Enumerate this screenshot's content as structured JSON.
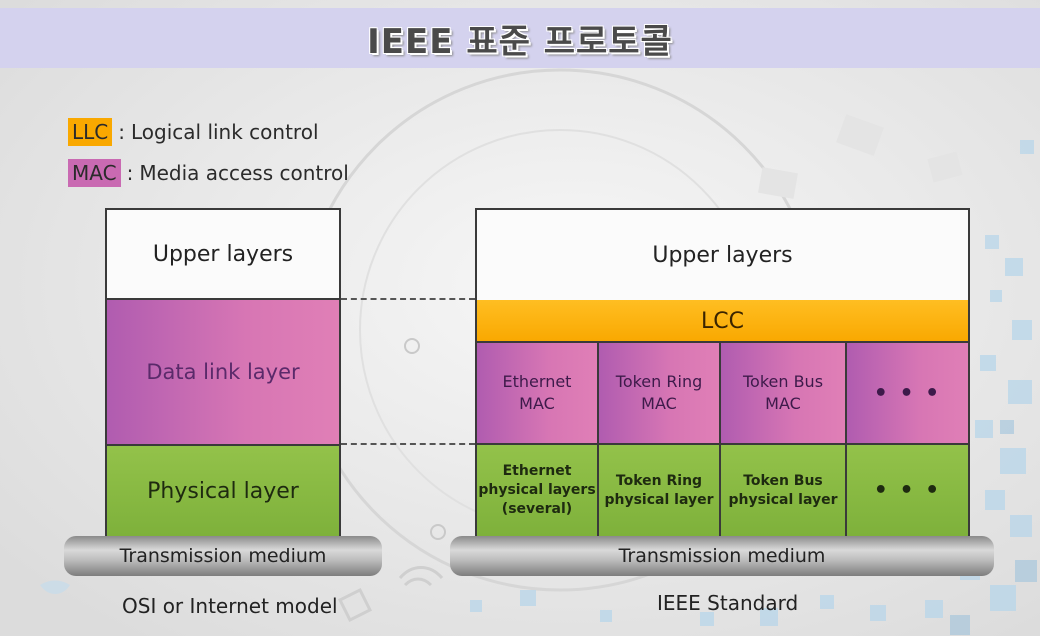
{
  "title": "IEEE 표준 프로토콜",
  "legend": [
    {
      "abbr": "LLC",
      "separator": ":",
      "text": "Logical link control",
      "color": "#f9a800"
    },
    {
      "abbr": "MAC",
      "separator": ":",
      "text": "Media access control",
      "color": "#c96ab2"
    }
  ],
  "osi": {
    "upper": "Upper layers",
    "datalink": "Data link layer",
    "physical": "Physical layer",
    "medium": "Transmission medium",
    "caption": "OSI or Internet model"
  },
  "ieee": {
    "upper": "Upper layers",
    "llc": "LCC",
    "mac": [
      {
        "line1": "Ethernet",
        "line2": "MAC"
      },
      {
        "line1": "Token Ring",
        "line2": "MAC"
      },
      {
        "line1": "Token Bus",
        "line2": "MAC"
      }
    ],
    "mac_more": "• • •",
    "phys": [
      {
        "line1": "Ethernet",
        "line2": "physical layers",
        "line3": "(several)"
      },
      {
        "line1": "Token Ring",
        "line2": "physical layer"
      },
      {
        "line1": "Token Bus",
        "line2": "physical layer"
      }
    ],
    "phys_more": "• • •",
    "medium": "Transmission medium",
    "caption": "IEEE Standard"
  },
  "colors": {
    "title_bar": "#d4d2ee",
    "llc": "#f9a800",
    "mac": "#c96ab2",
    "physical": "#86b940",
    "upper": "#fbfbfb"
  }
}
